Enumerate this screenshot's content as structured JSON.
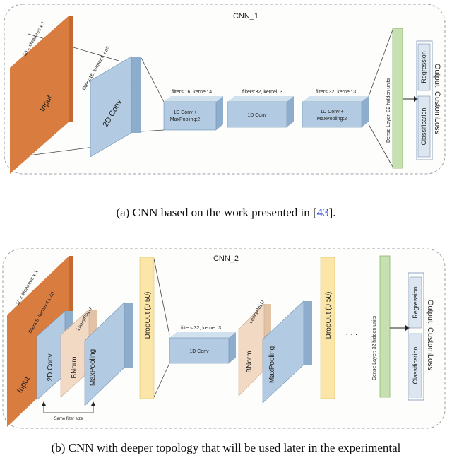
{
  "panel_a": {
    "title": "CNN_1",
    "input_dim": "10 x #features x 1",
    "input_label": "Input",
    "conv2d_params": "filters:16, kernel:4 x 40",
    "conv2d_label": "2D Conv",
    "block1_params": "filters:16, kernel: 4",
    "block1_line1": "1D Conv +",
    "block1_line2": "MaxPooling:2",
    "block2_params": "filters:32, kernel: 3",
    "block2_label": "1D Conv",
    "block3_params": "filters:32, kernel: 3",
    "block3_line1": "1D Conv +",
    "block3_line2": "MaxPooling:2",
    "dense_label": "Dense Layer: 32 hidden  units",
    "output_title": "Output: CustomLoss",
    "regression": "Regression",
    "classification": "Classification"
  },
  "caption_a": {
    "text": "(a) CNN based on the work presented in [",
    "cite": "43",
    "close": "]."
  },
  "panel_b": {
    "title": "CNN_2",
    "input_dim": "10 x #features x 1",
    "input_label": "Input",
    "conv2d_params": "filters:8, kernel:4 x 40",
    "conv2d_label": "2D Conv",
    "bnorm1": "BNorm",
    "leaky1": "LeakyReLU",
    "maxpool1": "MaxPooling",
    "dropout1": "DropOut (0.50)",
    "conv1d_params": "filters:32, kernel: 3",
    "conv1d_label": "1D Conv",
    "leaky2": "LeakyReLU",
    "bnorm2": "BNorm",
    "maxpool2": "MaxPooling",
    "dropout2": "DropOut (0.50)",
    "ellipsis": ". . .",
    "dense_label": "Dense Layer: 32 hidden  units",
    "output_title": "Output: CustomLoss",
    "regression": "Regression",
    "classification": "Classification",
    "same_filter": "Same filter size"
  },
  "caption_b": {
    "text": "(b) CNN with deeper topology that will be used later in the experimental"
  },
  "colors": {
    "input_front": "#d97c40",
    "input_side": "#e8a16d",
    "conv_front": "#b3cbe2",
    "conv_side": "#d2e1ee",
    "bnorm_front": "#f2d9c4",
    "bnorm_side": "#f8e8da",
    "dropout": "#fbe6a8",
    "dense": "#c6e0b2",
    "dense_border": "#8db66a",
    "output_box": "#dce6f1",
    "output_border": "#7a93b5",
    "panel_border": "#9aa0a6",
    "cite": "#2b4bd8"
  }
}
